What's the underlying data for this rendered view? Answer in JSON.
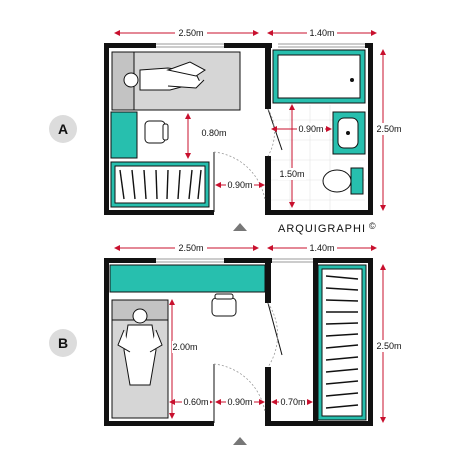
{
  "plans": [
    {
      "label": "A",
      "dims": {
        "top_left": "2.50m",
        "top_right": "1.40m",
        "right": "2.50m",
        "desk_gap": "0.80m",
        "bath_width": "0.90m",
        "bath_depth": "1.50m",
        "door": "0.90m"
      }
    },
    {
      "label": "B",
      "dims": {
        "top_left": "2.50m",
        "top_right": "1.40m",
        "right": "2.50m",
        "bed_length": "2.00m",
        "aisle": "0.60m",
        "door": "0.90m",
        "closet_gap": "0.70m"
      }
    }
  ],
  "logo": "ARQUIGRAPHI",
  "copyright": "©",
  "colors": {
    "wall": "#111111",
    "teal": "#27bfae",
    "dim_line": "#c8102e",
    "furniture_gray": "#d6d6d6",
    "label_circle": "#dcdcdc"
  }
}
